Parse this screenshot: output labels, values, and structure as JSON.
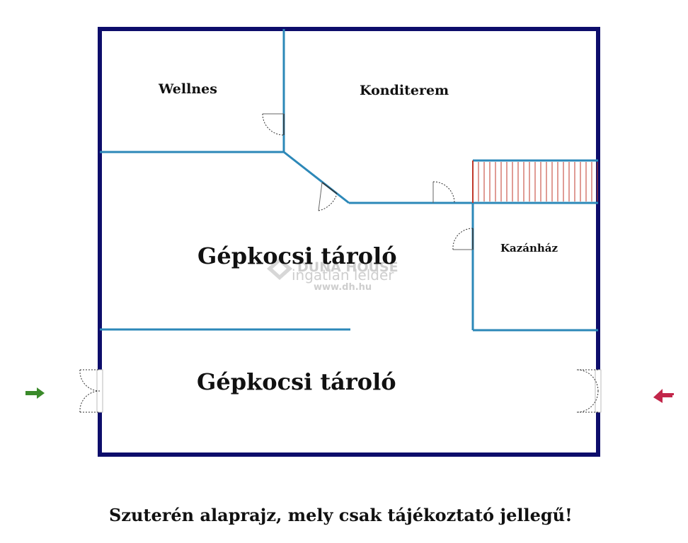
{
  "rooms": {
    "wellnes": "Wellnes",
    "konditerem": "Konditerem",
    "kazanhaz": "Kazánház",
    "garage_upper": "Gépkocsi tároló",
    "garage_lower": "Gépkocsi tároló"
  },
  "watermark": {
    "brand": "DUNA HOUSE",
    "tagline": "ingatlan lelder",
    "url": "www.dh.hu"
  },
  "caption": "Szuterén alaprajz, mely csak tájékoztató jellegű!",
  "colors": {
    "outer_wall": "#0d0d6b",
    "inner_wall": "#2c88b8",
    "stairs": "#c0392b",
    "entry_arrow": "#3a8a2a",
    "exit_arrow": "#c2264a"
  }
}
